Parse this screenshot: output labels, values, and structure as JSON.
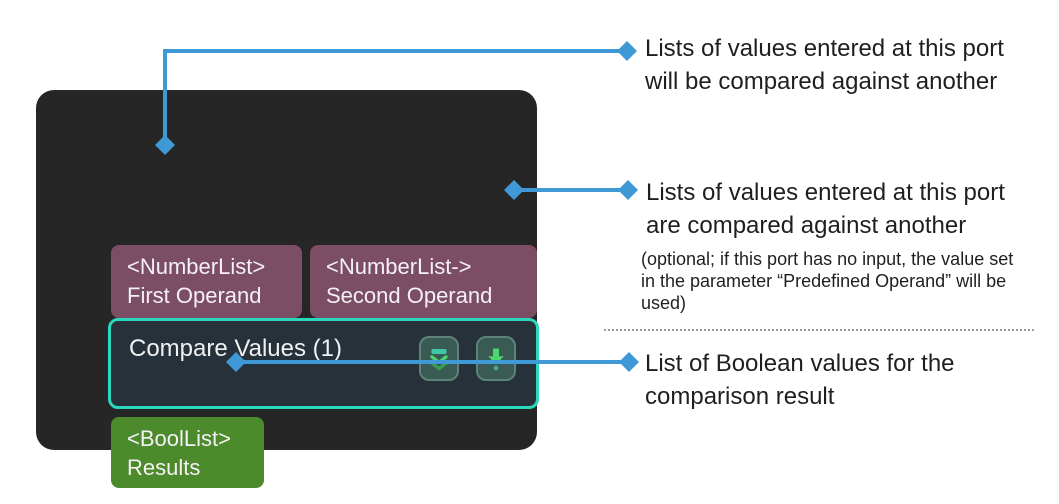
{
  "colors": {
    "canvas-bg": "#ffffff",
    "group-bg": "#262626",
    "node-bg": "#27313a",
    "node-border": "#2ad9bd",
    "port-input-bg": "#7b4e66",
    "port-output-bg": "#4c8b2c",
    "port-text": "#f4f0f3",
    "node-title-text": "#f0f2f2",
    "connector-blue": "#3f99d6",
    "annotation-text": "#1f1f1f",
    "button-bg": "#3a5a54",
    "button-border": "#5d8379",
    "icon-teal": "#3fc7a8",
    "icon-green": "#4cd66c",
    "icon-green-dim": "#3b9b55",
    "icon-dot": "#4aa39c",
    "separator": "#9b9b9b"
  },
  "node": {
    "title": "Compare Values (1)",
    "input_ports": [
      {
        "type": "<NumberList>",
        "label": "First Operand"
      },
      {
        "type": "<NumberList->",
        "label": "Second Operand"
      }
    ],
    "output_ports": [
      {
        "type": "<BoolList>",
        "label": "Results"
      }
    ],
    "toolbar_icons": [
      {
        "name": "double-chevron-down-icon"
      },
      {
        "name": "arrow-down-icon"
      }
    ]
  },
  "annotations": [
    {
      "lines": [
        "Lists of values entered at this port",
        "will be compared against another"
      ]
    },
    {
      "lines": [
        "Lists of values entered at this port",
        "are compared against another"
      ],
      "note_lines": [
        "(optional; if this port has no input, the value set",
        "in the parameter “Predefined Operand” will be",
        "used)"
      ]
    },
    {
      "lines": [
        "List of Boolean values for the",
        "comparison result"
      ]
    }
  ]
}
